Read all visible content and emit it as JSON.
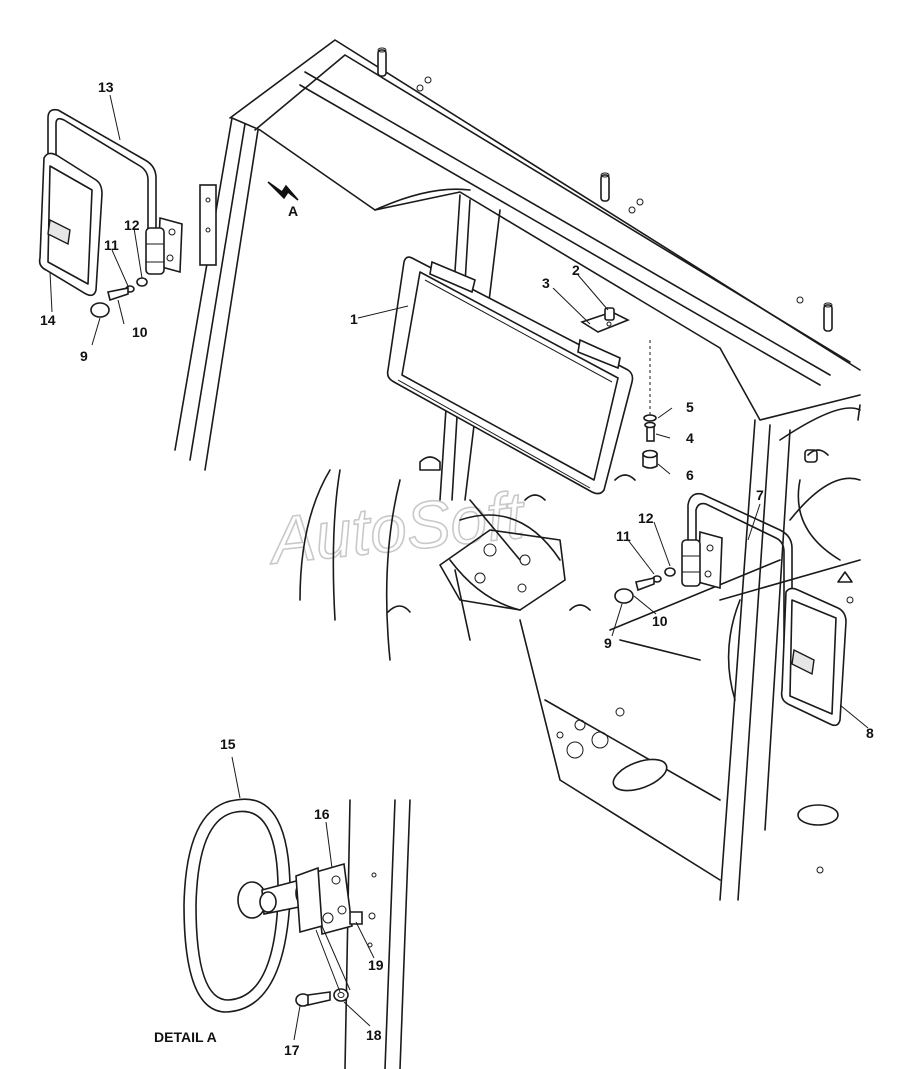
{
  "watermark": "AutoSoft",
  "view_marker": "A",
  "detail_caption": "DETAIL A",
  "callouts": [
    "1",
    "2",
    "3",
    "4",
    "5",
    "6",
    "7",
    "8",
    "9",
    "9",
    "10",
    "10",
    "11",
    "11",
    "12",
    "12",
    "13",
    "14",
    "15",
    "16",
    "17",
    "18",
    "19"
  ]
}
